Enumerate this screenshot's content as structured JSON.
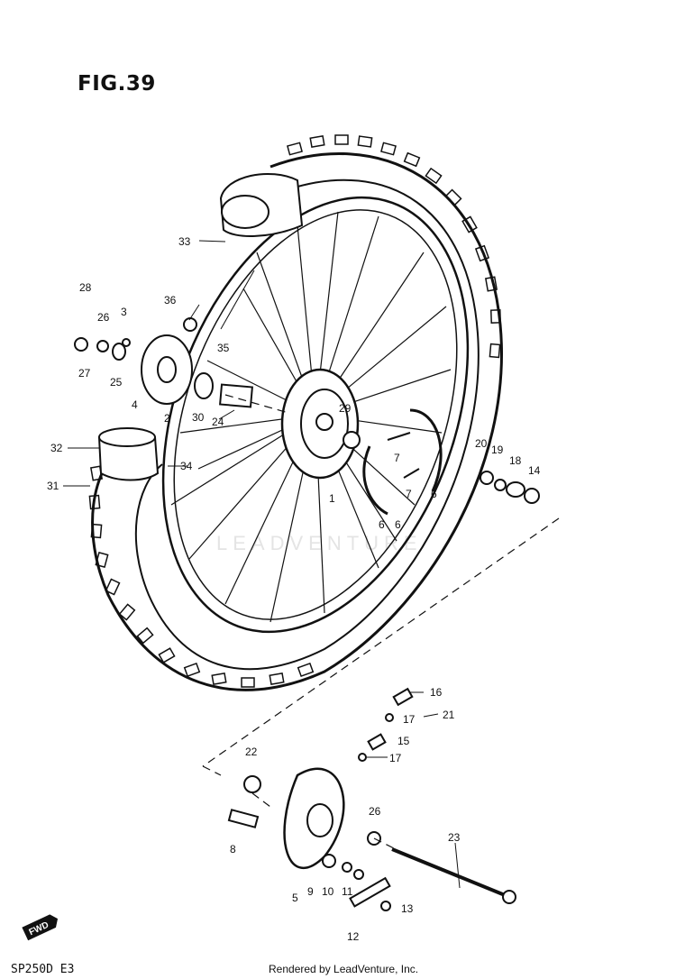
{
  "figure": {
    "title": "FIG.39",
    "model_code": "SP250D E3",
    "credit": "Rendered by LeadVenture, Inc.",
    "watermark": "LEADVENTURE",
    "direction_tag": "FWD"
  },
  "callouts": [
    "1",
    "2",
    "3",
    "4",
    "5",
    "6",
    "6",
    "6",
    "7",
    "7",
    "8",
    "9",
    "10",
    "11",
    "12",
    "13",
    "14",
    "15",
    "16",
    "17",
    "17",
    "18",
    "19",
    "20",
    "21",
    "22",
    "23",
    "24",
    "25",
    "26",
    "26",
    "27",
    "28",
    "29",
    "30",
    "31",
    "32",
    "33",
    "34",
    "35",
    "36"
  ],
  "colors": {
    "ink": "#111111",
    "background": "#ffffff",
    "watermark": "#e4e4e4"
  }
}
